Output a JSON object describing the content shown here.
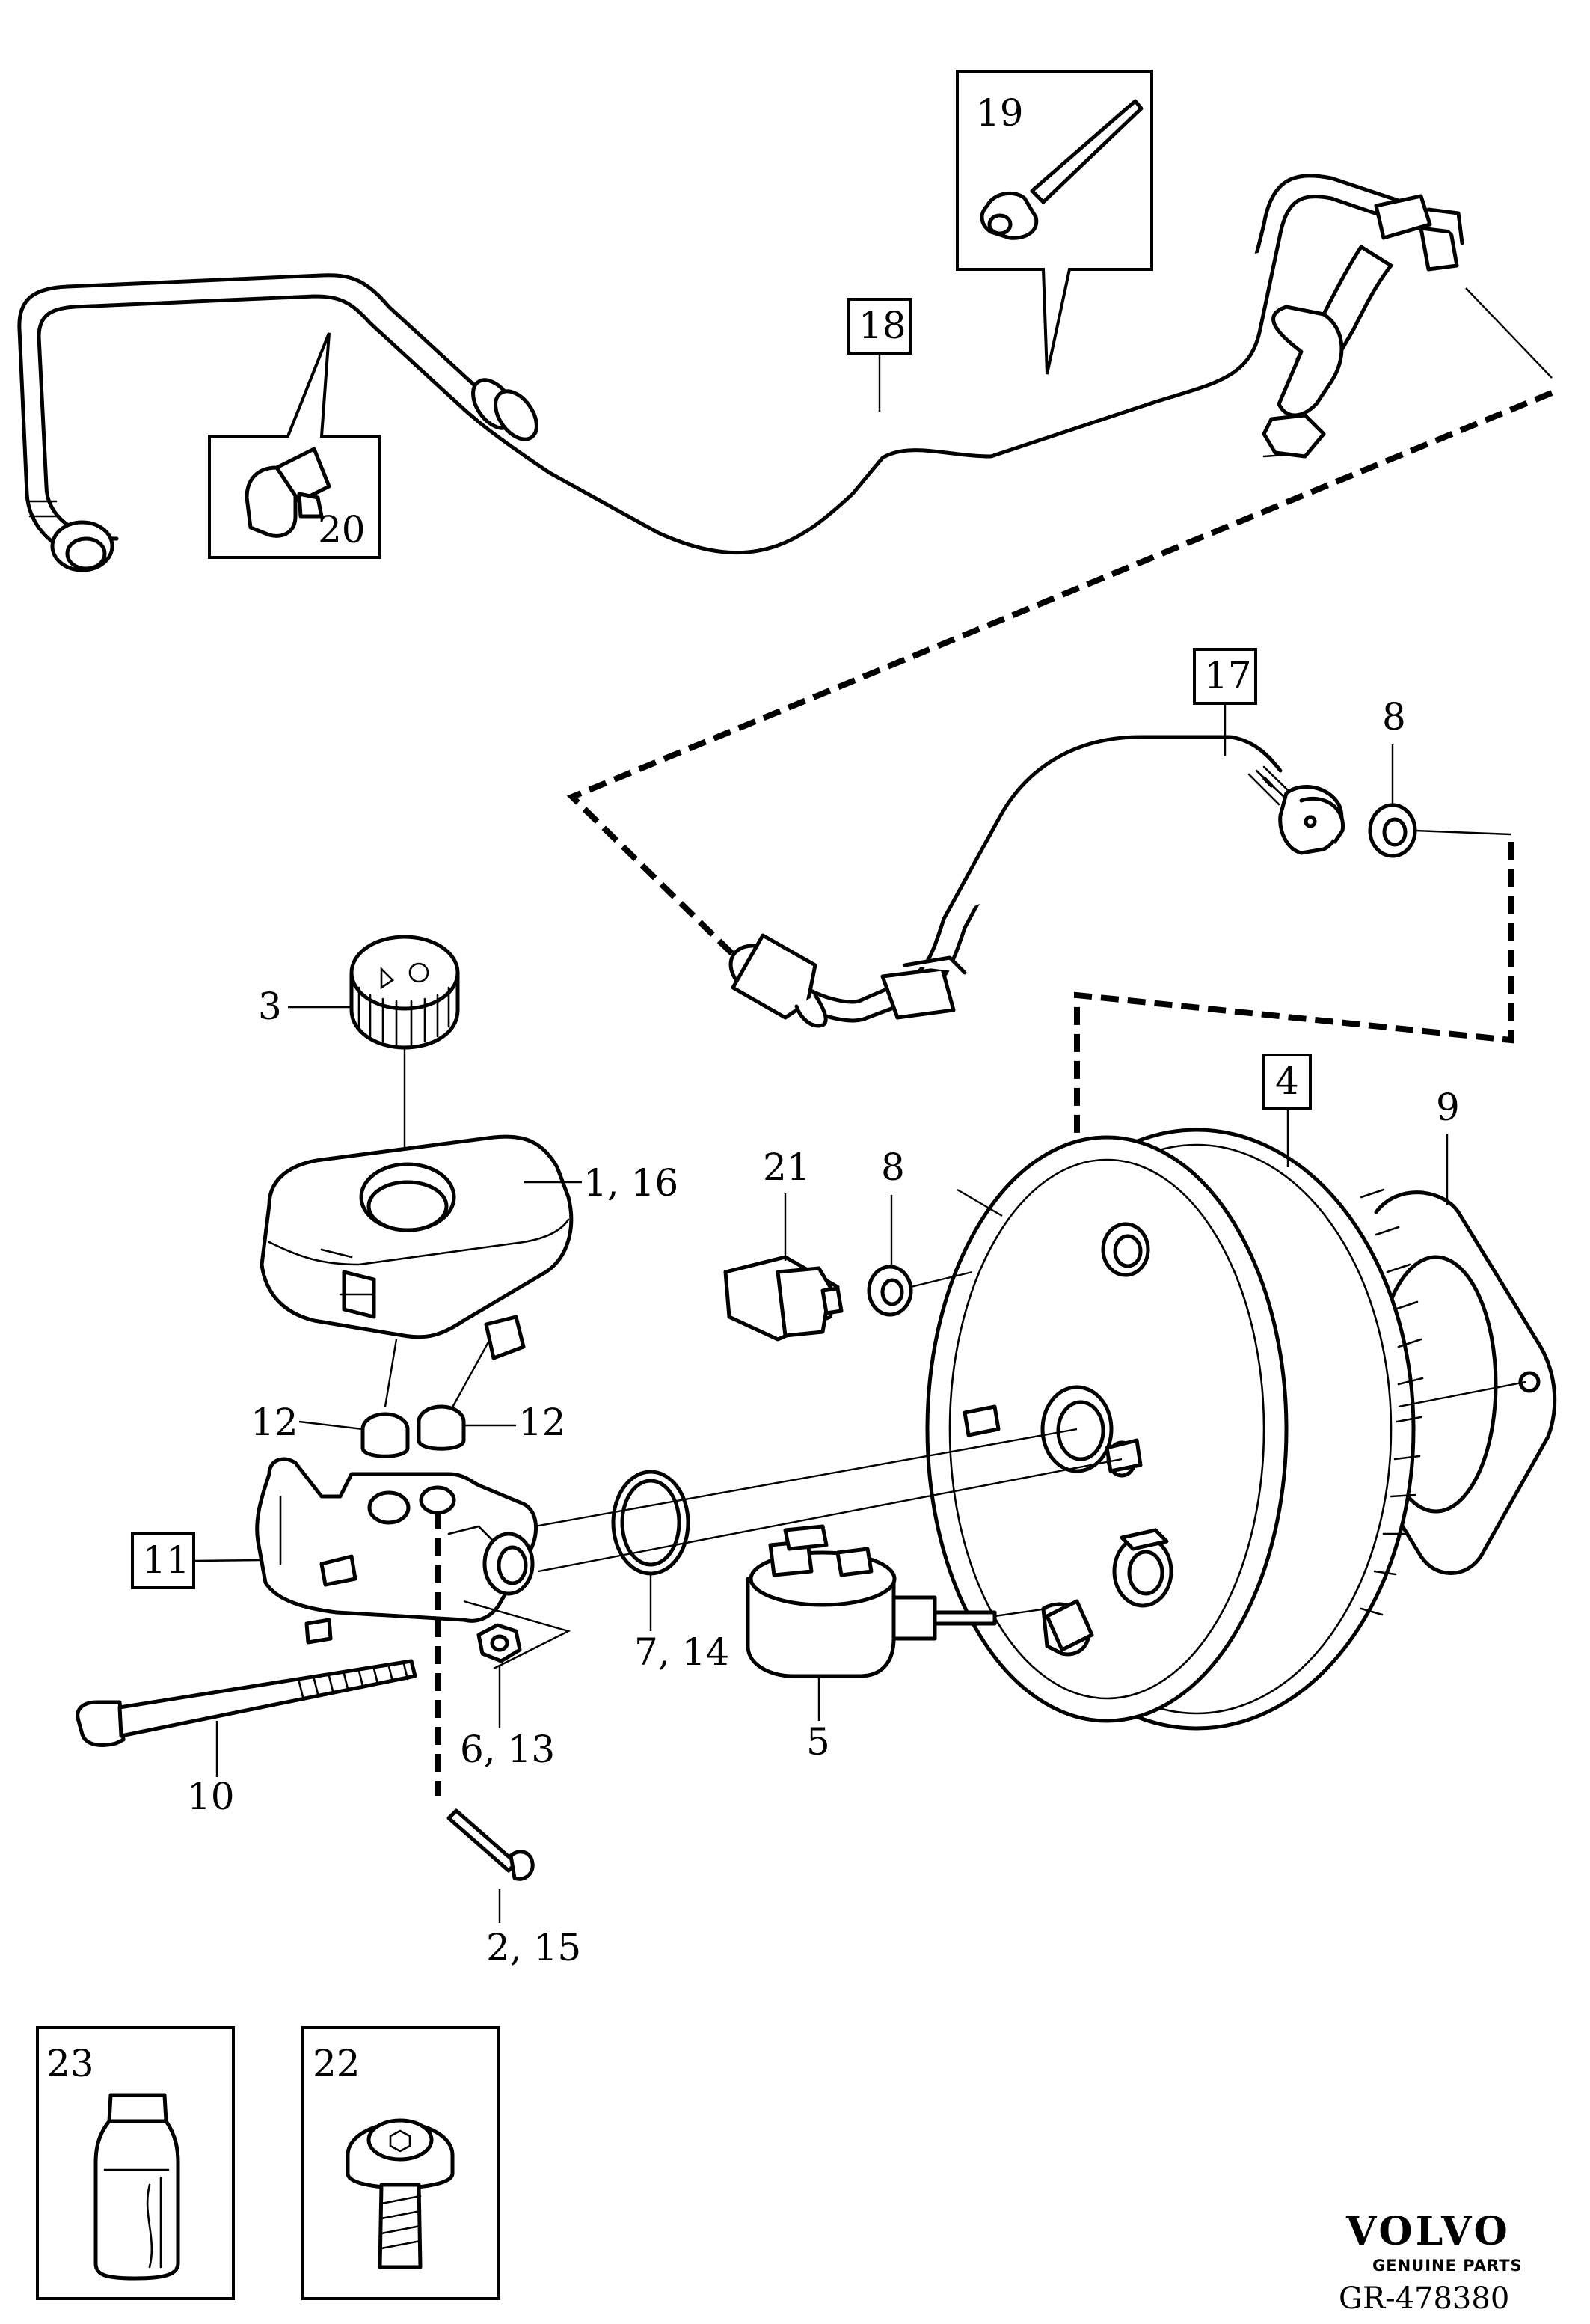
{
  "callouts": {
    "c1": "1, 16",
    "c2": "2, 15",
    "c3": "3",
    "c4": "4",
    "c5": "5",
    "c6": "6, 13",
    "c7": "7, 14",
    "c8a": "8",
    "c8b": "8",
    "c9": "9",
    "c10": "10",
    "c11": "11",
    "c12a": "12",
    "c12b": "12",
    "c17": "17",
    "c18": "18",
    "c19": "19",
    "c20": "20",
    "c21": "21",
    "c22": "22",
    "c23": "23"
  },
  "brand": {
    "name": "VOLVO",
    "tagline": "GENUINE PARTS",
    "code": "GR-478380"
  }
}
